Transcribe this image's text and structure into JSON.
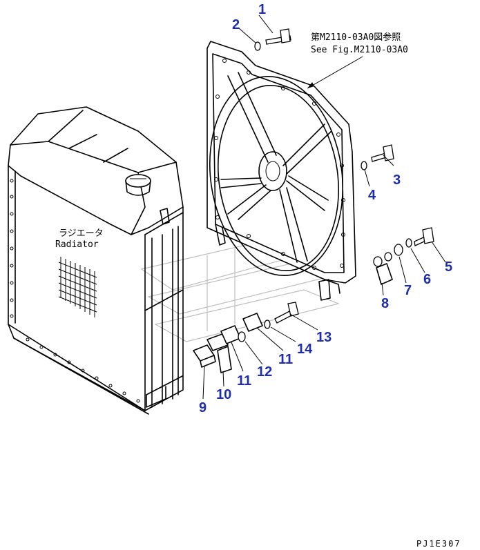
{
  "reference_note": {
    "japanese": "第M2110-03A0図参照",
    "english": "See Fig.M2110-03A0"
  },
  "radiator_label": {
    "japanese": "ラジエータ",
    "english": "Radiator"
  },
  "drawing_code": "PJ1E307",
  "callouts": [
    "1",
    "2",
    "3",
    "4",
    "5",
    "6",
    "7",
    "8",
    "9",
    "10",
    "11",
    "11",
    "12",
    "13",
    "14"
  ],
  "colors": {
    "callout": "#1f2ea8",
    "line": "#000000",
    "watermark": "#bdbdbd"
  }
}
